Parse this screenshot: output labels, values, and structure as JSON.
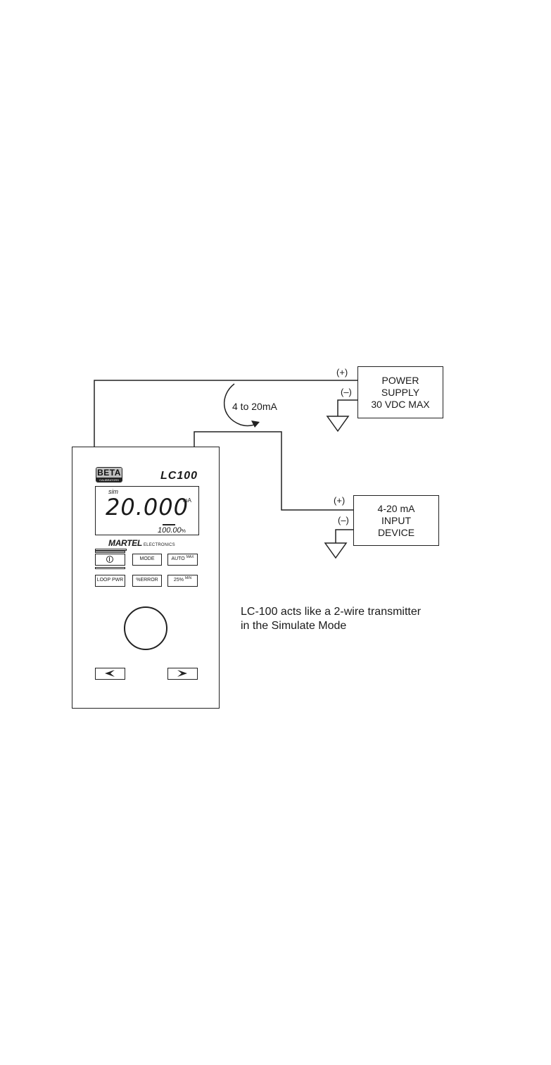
{
  "power_supply": {
    "lines": [
      "POWER",
      "SUPPLY",
      "30 VDC MAX"
    ],
    "plus": "(+)",
    "minus": "(–)"
  },
  "input_device": {
    "lines": [
      "4-20 mA",
      "INPUT",
      "DEVICE"
    ],
    "plus": "(+)",
    "minus": "(–)"
  },
  "current_label": "4 to 20mA",
  "caption": [
    "LC-100 acts like a 2-wire transmitter",
    "in the Simulate Mode"
  ],
  "calibrator": {
    "logo_top": "BETA",
    "logo_bottom": "CALIBRATORS",
    "model": "LC100",
    "display": {
      "mode": "sim",
      "reading": "20.000",
      "unit": "mA",
      "percent": "100.00",
      "percent_sign": "%"
    },
    "brand": "MARTEL",
    "brand_sub": "ELECTRONICS",
    "buttons": {
      "mode": "MODE",
      "auto": "AUTO",
      "auto_sup": "MAX",
      "loop": "LOOP PWR",
      "error": "%ERROR",
      "pct25": "25%",
      "pct25_sup": "MIN"
    }
  }
}
